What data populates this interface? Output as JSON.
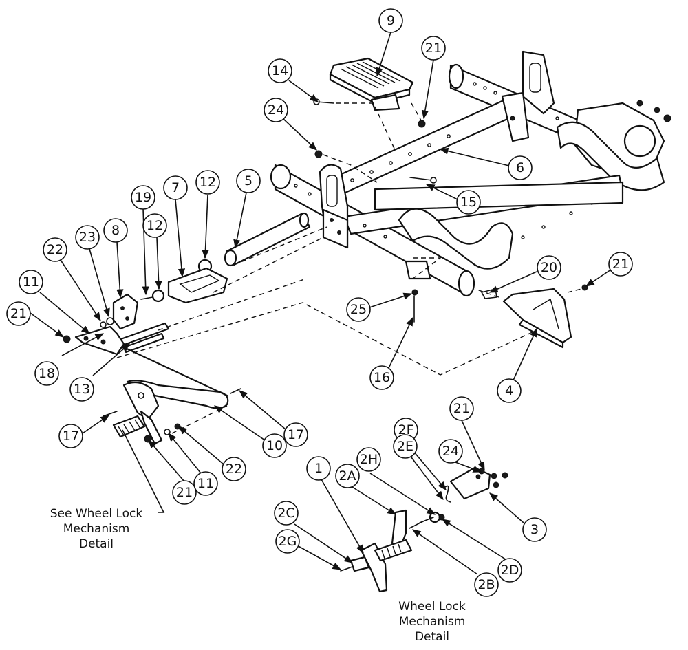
{
  "callouts": {
    "c9": "9",
    "c21_top": "21",
    "c14": "14",
    "c24_top": "24",
    "c6": "6",
    "c15": "15",
    "c5": "5",
    "c12_a": "12",
    "c7": "7",
    "c19": "19",
    "c12_b": "12",
    "c8": "8",
    "c23": "23",
    "c22_a": "22",
    "c11_a": "11",
    "c21_left": "21",
    "c18": "18",
    "c13": "13",
    "c20": "20",
    "c21_right": "21",
    "c25": "25",
    "c16": "16",
    "c4": "4",
    "c17_a": "17",
    "c17_b": "17",
    "c10": "10",
    "c22_b": "22",
    "c21_bottom": "21",
    "c11_b": "11",
    "c2F": "2F",
    "c21_detail": "21",
    "c2E": "2E",
    "c24_detail": "24",
    "c2H": "2H",
    "c2A": "2A",
    "c1": "1",
    "c2C": "2C",
    "c2G": "2G",
    "c2B": "2B",
    "c2D": "2D",
    "c3": "3"
  },
  "notes": {
    "see_detail": [
      "See Wheel Lock",
      "Mechanism",
      "Detail"
    ],
    "detail_title": [
      "Wheel Lock",
      "Mechanism",
      "Detail"
    ]
  },
  "colors": {
    "line": "#111111",
    "background": "#ffffff"
  }
}
